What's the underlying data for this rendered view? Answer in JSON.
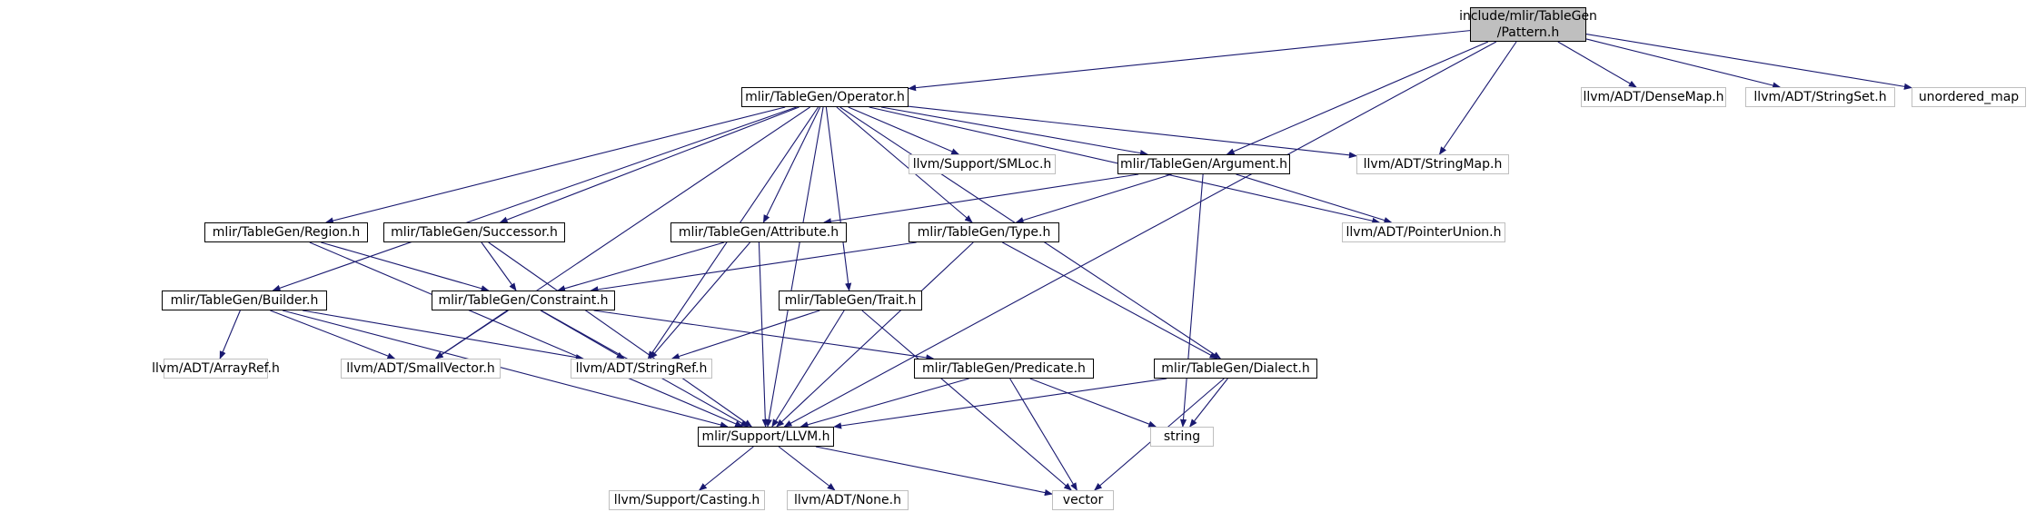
{
  "graph": {
    "nodes": [
      {
        "id": "pattern",
        "label": "include/mlir/TableGen\n/Pattern.h",
        "kind": "root"
      },
      {
        "id": "operator",
        "label": "mlir/TableGen/Operator.h",
        "kind": "documented"
      },
      {
        "id": "densemap",
        "label": "llvm/ADT/DenseMap.h",
        "kind": "external"
      },
      {
        "id": "stringset",
        "label": "llvm/ADT/StringSet.h",
        "kind": "external"
      },
      {
        "id": "unordered_map",
        "label": "unordered_map",
        "kind": "external"
      },
      {
        "id": "smloc",
        "label": "llvm/Support/SMLoc.h",
        "kind": "external"
      },
      {
        "id": "argument",
        "label": "mlir/TableGen/Argument.h",
        "kind": "documented"
      },
      {
        "id": "stringmap",
        "label": "llvm/ADT/StringMap.h",
        "kind": "external"
      },
      {
        "id": "region",
        "label": "mlir/TableGen/Region.h",
        "kind": "documented"
      },
      {
        "id": "successor",
        "label": "mlir/TableGen/Successor.h",
        "kind": "documented"
      },
      {
        "id": "attribute",
        "label": "mlir/TableGen/Attribute.h",
        "kind": "documented"
      },
      {
        "id": "type",
        "label": "mlir/TableGen/Type.h",
        "kind": "documented"
      },
      {
        "id": "pointerunion",
        "label": "llvm/ADT/PointerUnion.h",
        "kind": "external"
      },
      {
        "id": "builder",
        "label": "mlir/TableGen/Builder.h",
        "kind": "documented"
      },
      {
        "id": "constraint",
        "label": "mlir/TableGen/Constraint.h",
        "kind": "documented"
      },
      {
        "id": "trait",
        "label": "mlir/TableGen/Trait.h",
        "kind": "documented"
      },
      {
        "id": "arrayref",
        "label": "llvm/ADT/ArrayRef.h",
        "kind": "external"
      },
      {
        "id": "smallvector",
        "label": "llvm/ADT/SmallVector.h",
        "kind": "external"
      },
      {
        "id": "stringref",
        "label": "llvm/ADT/StringRef.h",
        "kind": "external"
      },
      {
        "id": "predicate",
        "label": "mlir/TableGen/Predicate.h",
        "kind": "documented"
      },
      {
        "id": "dialect",
        "label": "mlir/TableGen/Dialect.h",
        "kind": "documented"
      },
      {
        "id": "string",
        "label": "string",
        "kind": "external"
      },
      {
        "id": "llvm",
        "label": "mlir/Support/LLVM.h",
        "kind": "documented"
      },
      {
        "id": "casting",
        "label": "llvm/Support/Casting.h",
        "kind": "external"
      },
      {
        "id": "none",
        "label": "llvm/ADT/None.h",
        "kind": "external"
      },
      {
        "id": "vector",
        "label": "vector",
        "kind": "external"
      }
    ],
    "edges": [
      [
        "pattern",
        "operator"
      ],
      [
        "pattern",
        "argument"
      ],
      [
        "pattern",
        "stringmap"
      ],
      [
        "pattern",
        "densemap"
      ],
      [
        "pattern",
        "stringset"
      ],
      [
        "pattern",
        "unordered_map"
      ],
      [
        "pattern",
        "llvm"
      ],
      [
        "operator",
        "smloc"
      ],
      [
        "operator",
        "argument"
      ],
      [
        "operator",
        "stringmap"
      ],
      [
        "operator",
        "pointerunion"
      ],
      [
        "operator",
        "region"
      ],
      [
        "operator",
        "successor"
      ],
      [
        "operator",
        "attribute"
      ],
      [
        "operator",
        "type"
      ],
      [
        "operator",
        "trait"
      ],
      [
        "operator",
        "builder"
      ],
      [
        "operator",
        "stringref"
      ],
      [
        "operator",
        "smallvector"
      ],
      [
        "operator",
        "dialect"
      ],
      [
        "operator",
        "llvm"
      ],
      [
        "argument",
        "attribute"
      ],
      [
        "argument",
        "type"
      ],
      [
        "argument",
        "pointerunion"
      ],
      [
        "argument",
        "string"
      ],
      [
        "region",
        "constraint"
      ],
      [
        "region",
        "llvm"
      ],
      [
        "successor",
        "constraint"
      ],
      [
        "successor",
        "llvm"
      ],
      [
        "attribute",
        "constraint"
      ],
      [
        "attribute",
        "stringref"
      ],
      [
        "attribute",
        "llvm"
      ],
      [
        "type",
        "constraint"
      ],
      [
        "type",
        "dialect"
      ],
      [
        "type",
        "llvm"
      ],
      [
        "builder",
        "arrayref"
      ],
      [
        "builder",
        "smallvector"
      ],
      [
        "builder",
        "stringref"
      ],
      [
        "builder",
        "llvm"
      ],
      [
        "constraint",
        "smallvector"
      ],
      [
        "constraint",
        "stringref"
      ],
      [
        "constraint",
        "predicate"
      ],
      [
        "constraint",
        "llvm"
      ],
      [
        "trait",
        "stringref"
      ],
      [
        "trait",
        "llvm"
      ],
      [
        "trait",
        "vector"
      ],
      [
        "predicate",
        "llvm"
      ],
      [
        "predicate",
        "string"
      ],
      [
        "predicate",
        "vector"
      ],
      [
        "dialect",
        "llvm"
      ],
      [
        "dialect",
        "string"
      ],
      [
        "dialect",
        "vector"
      ],
      [
        "llvm",
        "casting"
      ],
      [
        "llvm",
        "none"
      ],
      [
        "llvm",
        "vector"
      ]
    ]
  },
  "colors": {
    "edge": "#191970",
    "root_fill": "#bfbfbf",
    "documented_border": "#000000",
    "external_border": "#bfbfbf"
  }
}
